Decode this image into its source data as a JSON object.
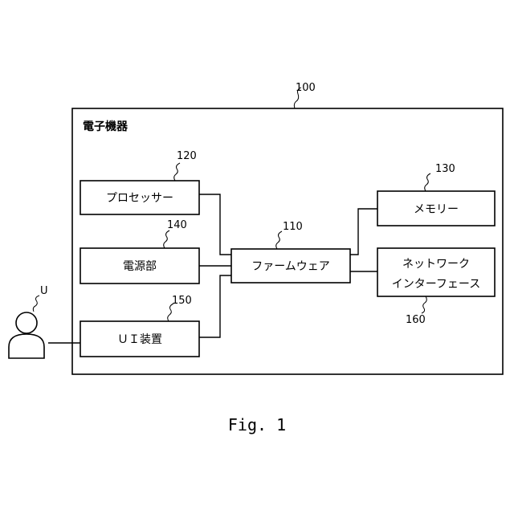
{
  "system": {
    "label": "電子機器",
    "ref": "100"
  },
  "blocks": {
    "processor": {
      "label": "プロセッサー",
      "ref": "120"
    },
    "power": {
      "label": "電源部",
      "ref": "140"
    },
    "ui_device": {
      "label": "ＵＩ装置",
      "ref": "150"
    },
    "firmware": {
      "label": "ファームウェア",
      "ref": "110"
    },
    "memory": {
      "label": "メモリー",
      "ref": "130"
    },
    "network": {
      "label_line1": "ネットワーク",
      "label_line2": "インターフェース",
      "ref": "160"
    }
  },
  "user": {
    "ref": "U"
  },
  "caption": "Fig. 1"
}
